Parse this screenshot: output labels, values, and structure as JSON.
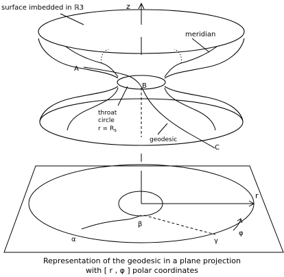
{
  "labels": {
    "surface": "surface imbedded in ℝ3",
    "z_axis": "z",
    "meridian": "meridian",
    "point_A": "A",
    "point_B": "B",
    "throat_1": "throat",
    "throat_2": "circle",
    "throat_eq_r": "r = R",
    "throat_eq_sub": "s",
    "geodesic": "geodesic",
    "point_C": "C",
    "r_axis": "r",
    "alpha": "α",
    "beta": "β",
    "gamma": "γ",
    "phi": "φ"
  },
  "caption": {
    "line1": "Representation of the geodesic in a plane projection",
    "line2": "with [ r , φ ] polar coordinates"
  }
}
